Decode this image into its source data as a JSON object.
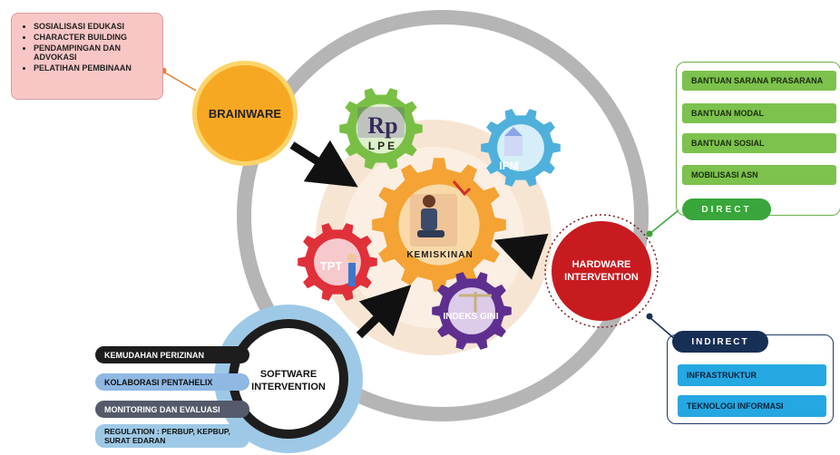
{
  "brainware": {
    "label": "BRAINWARE",
    "items": [
      "SOSIALISASI EDUKASI",
      "CHARACTER BUILDING",
      "PENDAMPINGAN DAN ADVOKASI",
      "PELATIHAN PEMBINAAN"
    ]
  },
  "hardware": {
    "label": "HARDWARE INTERVENTION",
    "direct": {
      "label": "DIRECT",
      "items": [
        "BANTUAN SARANA PRASARANA",
        "BANTUAN MODAL",
        "BANTUAN SOSIAL",
        "MOBILISASI ASN"
      ]
    },
    "indirect": {
      "label": "INDIRECT",
      "items": [
        "INFRASTRUKTUR",
        "TEKNOLOGI INFORMASI"
      ]
    }
  },
  "software": {
    "label": "SOFTWARE INTERVENTION",
    "items": [
      "KEMUDAHAN PERIZINAN",
      "KOLABORASI PENTAHELIX",
      "MONITORING DAN EVALUASI",
      "REGULATION : PERBUP, KEPBUP, SURAT EDARAN"
    ]
  },
  "center": {
    "label": "KEMISKINAN",
    "gears": {
      "lpe": "LPE",
      "lpe_logo": "Rp",
      "ipm": "IPM",
      "tpt": "TPT",
      "gini": "INDEKS GINI"
    }
  },
  "colors": {
    "brainware": "#f7a823",
    "hardware": "#c81b20",
    "direct": "#7cc24c",
    "indirect": "#25a7e2",
    "center_gear": "#f4a334",
    "ring": "#b5b5b5"
  }
}
